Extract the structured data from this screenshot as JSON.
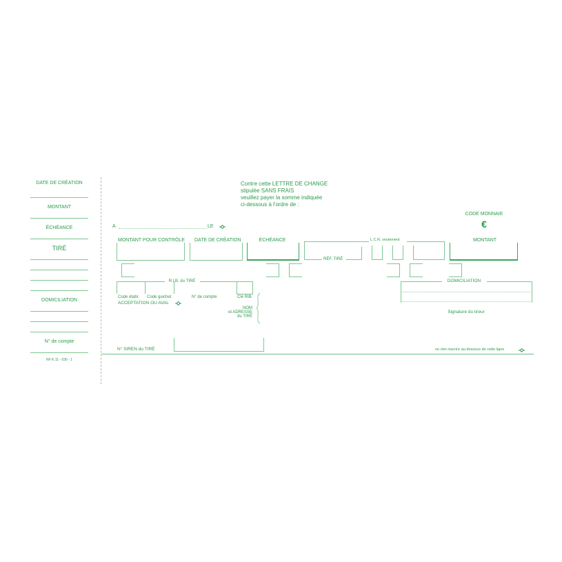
{
  "stub": {
    "date_creation": "DATE DE CRÉATION",
    "montant": "MONTANT",
    "echeance": "ÉCHÉANCE",
    "tire": "TIRÉ",
    "domiciliation": "DOMICILIATION",
    "no_compte": "N° de compte",
    "ref_norme": "NF K 11 - 030 - 1"
  },
  "header": {
    "line1": "Contre cette LETTRE DE CHANGE",
    "line2": "stipulée SANS FRAIS",
    "line3": "veuillez payer la somme indiquée",
    "line4": "ci-dessous à l'ordre de :"
  },
  "place_date": {
    "a_label": "A",
    "dots": "................................",
    "le_label": "LE"
  },
  "currency": {
    "label": "CODE MONNAIE",
    "symbol": "€"
  },
  "boxes": {
    "montant_controle": "MONTANT POUR CONTRÔLE",
    "date_creation": "DATE DE CRÉATION",
    "echeance": "ÉCHÉANCE",
    "lcr_seulement": "L.C.R. seulement",
    "ref_tire": "RÉF. TIRÉ",
    "montant": "MONTANT"
  },
  "rib": {
    "title": "R.I.B. du TIRÉ",
    "code_etabl": "Code établ.",
    "code_guichet": "Code guichet",
    "no_compte": "N° de compte",
    "cle_rib": "Clé RIB."
  },
  "acceptation": "ACCEPTATION OU AVAL",
  "nom_adresse": {
    "line1": "NOM",
    "line2": "et ADRESSE",
    "line3": "du TIRÉ"
  },
  "domiciliation": {
    "title": "DOMICILIATION"
  },
  "signature": "Signature du tireur",
  "siren": "N° SIREN du TIRÉ",
  "footer_note": "ne rien inscrire au-dessous de cette ligne"
}
